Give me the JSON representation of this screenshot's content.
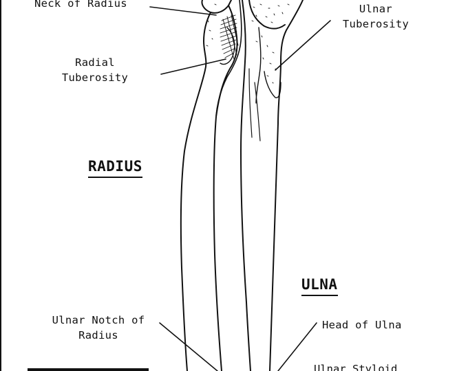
{
  "labels": {
    "neck_of_radius": "Neck of Radius",
    "ulnar_tuberosity_1": "Ulnar",
    "ulnar_tuberosity_2": "Tuberosity",
    "radial_tuberosity_1": "Radial",
    "radial_tuberosity_2": "Tuberosity",
    "radius": "RADIUS",
    "ulna": "ULNA",
    "ulnar_notch_1": "Ulnar Notch of",
    "ulnar_notch_2": "Radius",
    "head_of_ulna": "Head of Ulna",
    "ulnar_styloid_cut": "Ulnar Styloid"
  },
  "colors": {
    "ink": "#111111",
    "paper": "#ffffff"
  }
}
